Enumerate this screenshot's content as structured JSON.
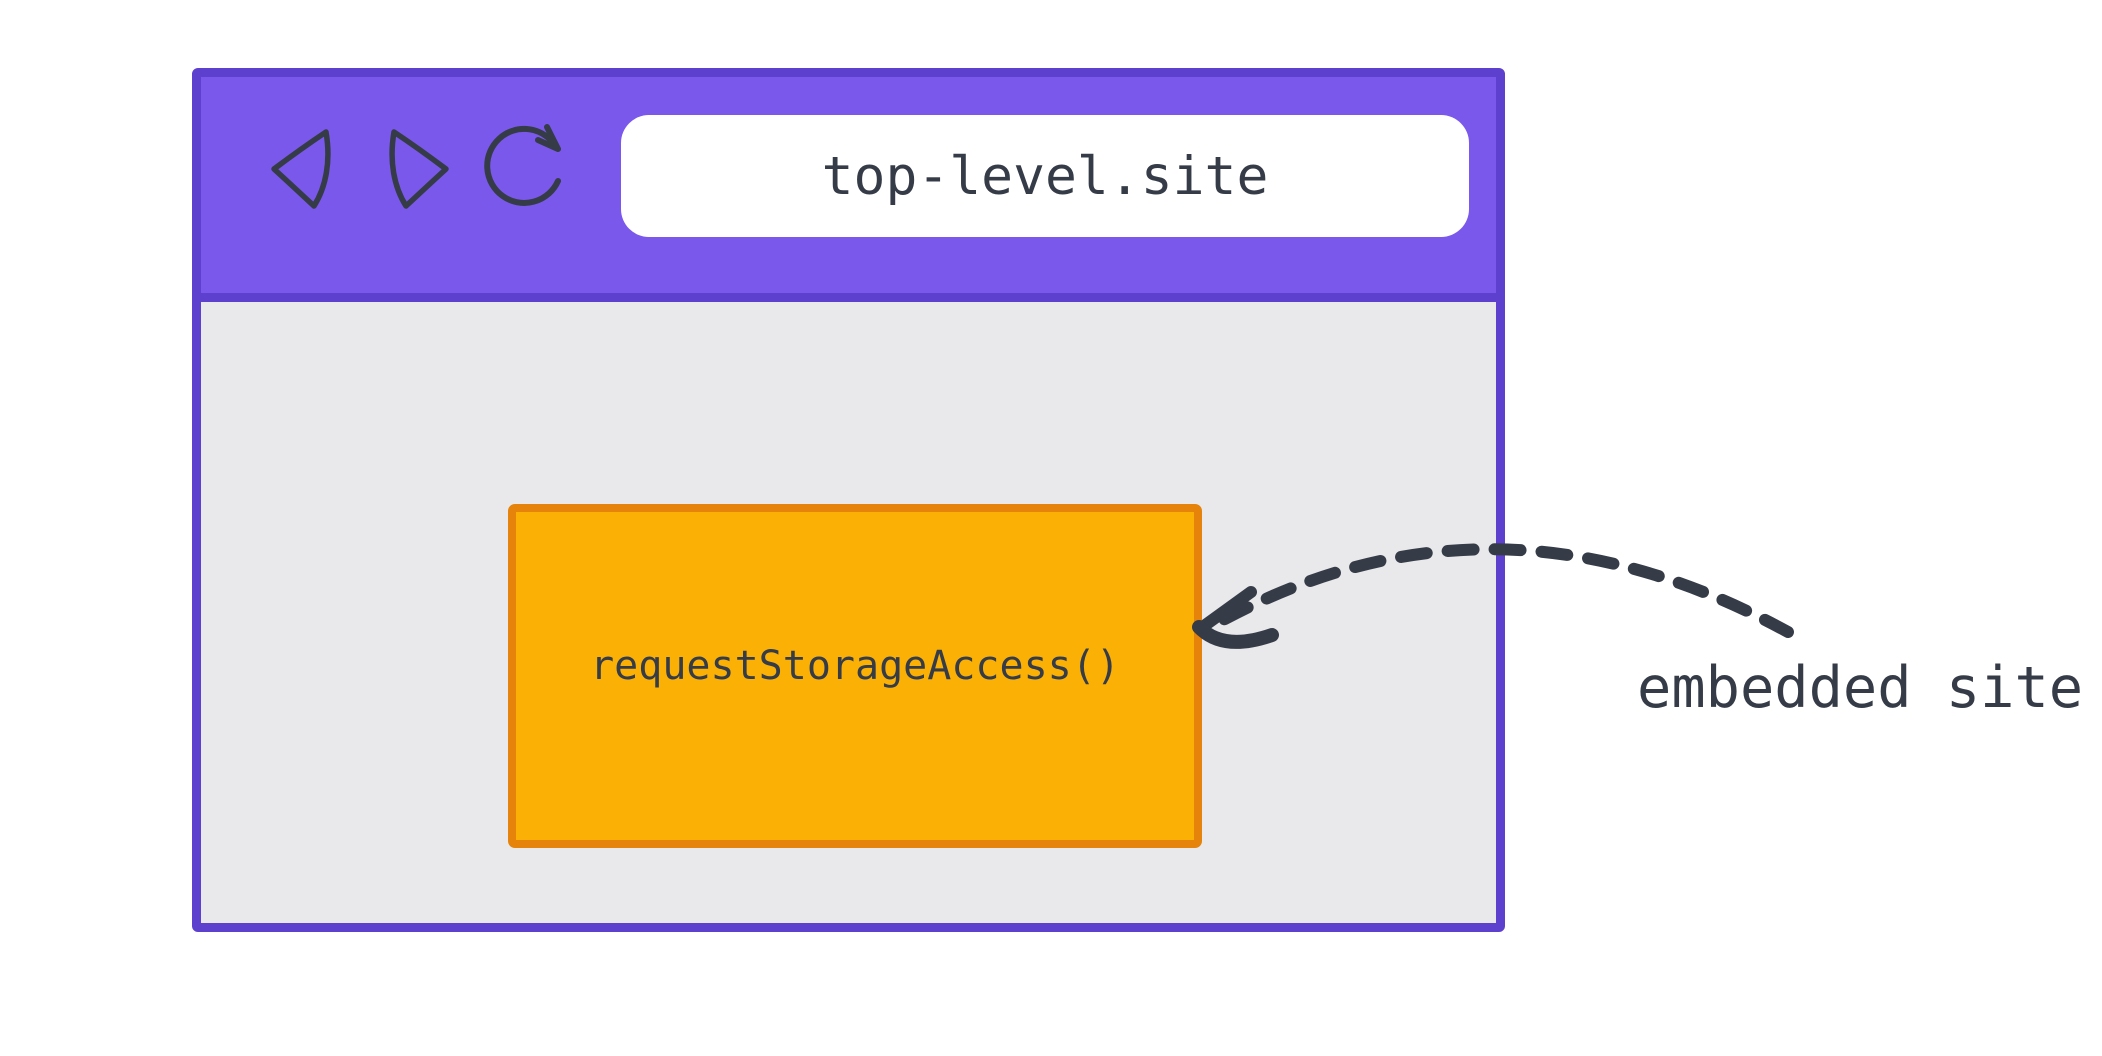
{
  "browser_window": {
    "address_bar": {
      "url": "top-level.site"
    },
    "toolbar_icons": [
      {
        "name": "back-icon"
      },
      {
        "name": "forward-icon"
      },
      {
        "name": "reload-icon"
      }
    ],
    "embedded_frame": {
      "label": "requestStorageAccess()"
    }
  },
  "annotation": {
    "label": "embedded site",
    "arrow_icon": "dashed-curved-arrow-icon"
  },
  "colors": {
    "page-bg": "#FFFFFF",
    "toolbar-purple": "#7A58EC",
    "window-border-purple": "#5E40CF",
    "content-gray": "#E9E8EA",
    "address-bar-white": "#FFFFFF",
    "frame-orange": "#FBB005",
    "frame-border-orange": "#E5830A",
    "ink": "#353C48"
  }
}
